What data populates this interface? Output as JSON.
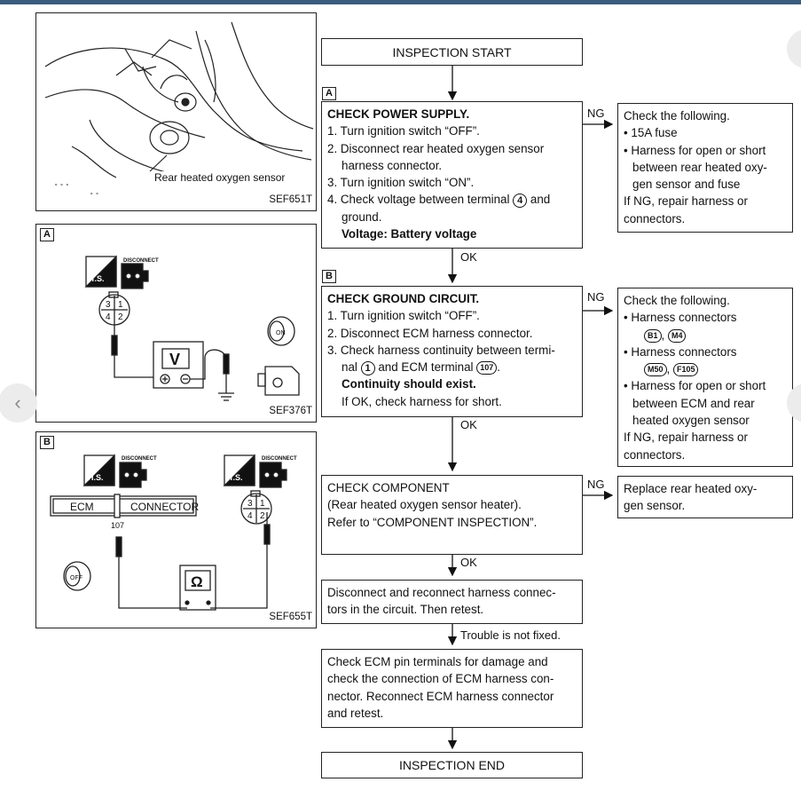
{
  "figures": {
    "fig1": {
      "sensor_label": "Rear heated oxygen sensor",
      "code": "SEF651T"
    },
    "figA": {
      "badge": "A",
      "disconnect": "DISCONNECT",
      "ts": "T.S.",
      "v": "V",
      "on": "ON",
      "code": "SEF376T"
    },
    "figB": {
      "badge": "B",
      "disconnect": "DISCONNECT",
      "hs": "H.S.",
      "ts": "T.S.",
      "ecm": "ECM",
      "connector": "CONNECTOR",
      "pin": "107",
      "ohm": "Ω",
      "off": "OFF",
      "code": "SEF655T"
    }
  },
  "flow": {
    "start": "INSPECTION START",
    "end": "INSPECTION END",
    "stepA": {
      "badge": "A",
      "title": "CHECK POWER SUPPLY.",
      "l1": "1. Turn ignition switch “OFF”.",
      "l2": "2. Disconnect rear heated oxygen sensor",
      "l2b": "harness connector.",
      "l3": "3. Turn ignition switch “ON”.",
      "l4a": "4. Check voltage between terminal",
      "l4term": "4",
      "l4b": "and",
      "l4c": "ground.",
      "result": "Voltage: Battery voltage",
      "ng": "NG",
      "ok": "OK",
      "ng_box": {
        "head": "Check the following.",
        "b1": "15A fuse",
        "b2": "Harness for open or short",
        "b2b": "between rear heated oxy-",
        "b2c": "gen sensor and fuse",
        "t1": "If NG, repair harness or",
        "t2": "connectors."
      }
    },
    "stepB": {
      "badge": "B",
      "title": "CHECK GROUND CIRCUIT.",
      "l1": "1. Turn ignition switch “OFF”.",
      "l2": "2. Disconnect ECM harness connector.",
      "l3": "3. Check harness continuity between termi-",
      "l3b_pre": "nal",
      "l3b_t1": "1",
      "l3b_mid": "and ECM terminal",
      "l3b_t2": "107",
      "result": "Continuity should exist.",
      "l5": "If OK, check harness for short.",
      "ng": "NG",
      "ok": "OK",
      "ng_box": {
        "head": "Check the following.",
        "b1": "Harness connectors",
        "c1": "B1",
        "c2": "M4",
        "b2": "Harness connectors",
        "c3": "M50",
        "c4": "F105",
        "b3": "Harness for open or short",
        "b3b": "between ECM and rear",
        "b3c": "heated oxygen sensor",
        "t1": "If NG, repair harness or",
        "t2": "connectors."
      }
    },
    "stepC": {
      "l1": "CHECK COMPONENT",
      "l2": "(Rear heated oxygen sensor heater).",
      "l3": "Refer to “COMPONENT INSPECTION”.",
      "ng": "NG",
      "ok": "OK",
      "ng_box": {
        "l1": "Replace rear heated oxy-",
        "l2": "gen sensor."
      }
    },
    "stepD": {
      "l1": "Disconnect and reconnect harness connec-",
      "l2": "tors in the circuit. Then retest.",
      "tag": "Trouble is not fixed."
    },
    "stepE": {
      "l1": "Check ECM pin terminals for damage and",
      "l2": "check the connection of ECM harness con-",
      "l3": "nector. Reconnect ECM harness connector",
      "l4": "and retest."
    }
  },
  "nav": {
    "prev": "‹",
    "next": "›"
  }
}
